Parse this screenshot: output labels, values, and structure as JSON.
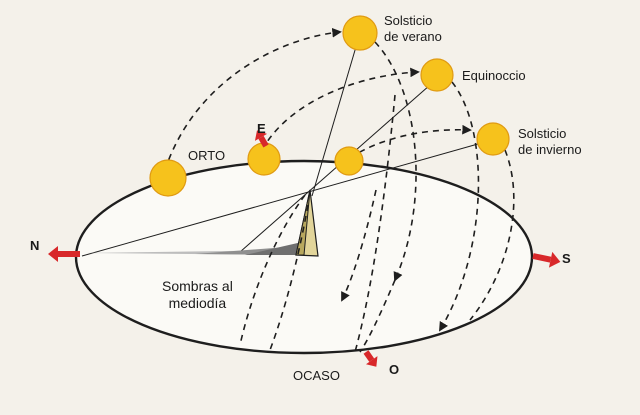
{
  "labels": {
    "summer_solstice": "Solsticio\nde verano",
    "equinox": "Equinoccio",
    "winter_solstice": "Solsticio\nde invierno",
    "sunrise": "ORTO",
    "sunset": "OCASO",
    "east": "E",
    "west": "O",
    "north": "N",
    "south": "S",
    "noon_shadows": "Sombras al\nmediodía"
  },
  "colors": {
    "background": "#f4f1ea",
    "sun_fill": "#f6c21c",
    "sun_edge": "#e09a12",
    "arrow_red": "#d8282a",
    "line": "#1e1e1e",
    "gnomon": "#e2d59a"
  },
  "icons": {
    "sun": "sun-disc-icon",
    "cardinal_arrow": "red-arrow-icon",
    "gnomon": "gnomon-icon"
  }
}
